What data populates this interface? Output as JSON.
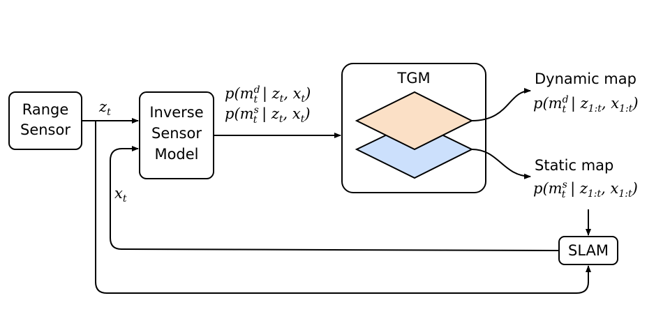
{
  "diagram": {
    "nodes": {
      "range_sensor": {
        "lines": [
          "Range",
          "Sensor"
        ]
      },
      "inverse_sensor_model": {
        "lines": [
          "Inverse",
          "Sensor",
          "Model"
        ]
      },
      "tgm": {
        "label": "TGM"
      },
      "slam": {
        "label": "SLAM"
      }
    },
    "layers": {
      "dynamic_color": "#FBE0C6",
      "static_color": "#CCE0FC"
    },
    "edge_labels": {
      "z": {
        "sym": "z",
        "sub": "t"
      },
      "x": {
        "sym": "x",
        "sub": "t"
      },
      "ism_out_d": {
        "p": "p(m",
        "sup": "d",
        "sub": "t",
        "rest": " | z",
        "sub2": "t",
        "mid": ", x",
        "sub3": "t",
        "end": ")"
      },
      "ism_out_s": {
        "p": "p(m",
        "sup": "s",
        "sub": "t",
        "rest": " | z",
        "sub2": "t",
        "mid": ", x",
        "sub3": "t",
        "end": ")"
      }
    },
    "outputs": {
      "dynamic": {
        "title": "Dynamic map",
        "p": "p(m",
        "sup": "d",
        "sub": "t",
        "rest": " | z",
        "sub2": "1:t",
        "mid": ", x",
        "sub3": "1:t",
        "end": ")"
      },
      "static": {
        "title": "Static map",
        "p": "p(m",
        "sup": "s",
        "sub": "t",
        "rest": " | z",
        "sub2": "1:t",
        "mid": ", x",
        "sub3": "1:t",
        "end": ")"
      }
    }
  }
}
